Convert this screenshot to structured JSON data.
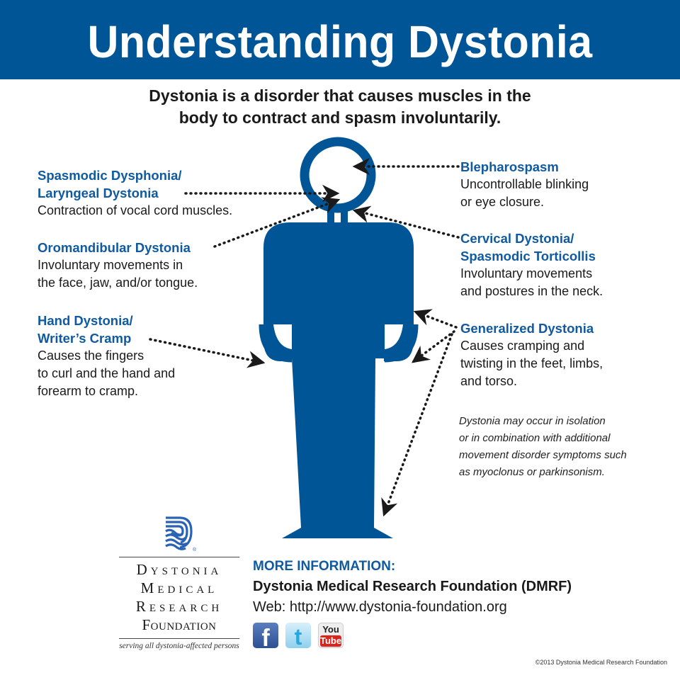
{
  "header": {
    "title": "Understanding Dystonia"
  },
  "subtitle": {
    "line1": "Dystonia is a disorder that causes muscles in the",
    "line2": "body to contract and spasm involuntarily."
  },
  "callouts": [
    {
      "title1": "Spasmodic Dysphonia/",
      "title2": "Laryngeal Dystonia",
      "desc1": "Contraction of vocal cord muscles.",
      "desc2": ""
    },
    {
      "title1": "Oromandibular Dystonia",
      "title2": "",
      "desc1": "Involuntary movements in",
      "desc2": "the face, jaw, and/or tongue."
    },
    {
      "title1": "Hand Dystonia/",
      "title2": "Writer’s Cramp",
      "desc1": "Causes the fingers",
      "desc2": "to curl and the hand and",
      "desc3": "forearm to cramp."
    },
    {
      "title1": "Blepharospasm",
      "title2": "",
      "desc1": "Uncontrollable blinking",
      "desc2": "or eye closure."
    },
    {
      "title1": "Cervical Dystonia/",
      "title2": "Spasmodic Torticollis",
      "desc1": "Involuntary movements",
      "desc2": "and postures in the neck."
    },
    {
      "title1": "Generalized Dystonia",
      "title2": "",
      "desc1": "Causes cramping and",
      "desc2": "twisting in the feet, limbs,",
      "desc3": "and torso."
    }
  ],
  "note": {
    "line1": "Dystonia may occur in isolation",
    "line2": "or in combination with additional",
    "line3": "movement disorder symptoms such",
    "line4": "as myoclonus or parkinsonism."
  },
  "logo": {
    "line1": "Dystonia",
    "line2": "Medical",
    "line3": "Research",
    "line4": "Foundation",
    "tagline": "serving all dystonia-affected persons",
    "registered": "®"
  },
  "info": {
    "heading": "MORE INFORMATION:",
    "org": "Dystonia Medical Research Foundation (DMRF)",
    "web": "Web: http://www.dystonia-foundation.org",
    "social": {
      "facebook": "f",
      "twitter": "t",
      "youtube_top": "You",
      "youtube_bottom": "Tube"
    }
  },
  "copyright": "©2013 Dystonia Medical Research Foundation",
  "colors": {
    "brand_blue": "#005596",
    "title_blue": "#0f5aa0",
    "text": "#1a1a1a"
  }
}
